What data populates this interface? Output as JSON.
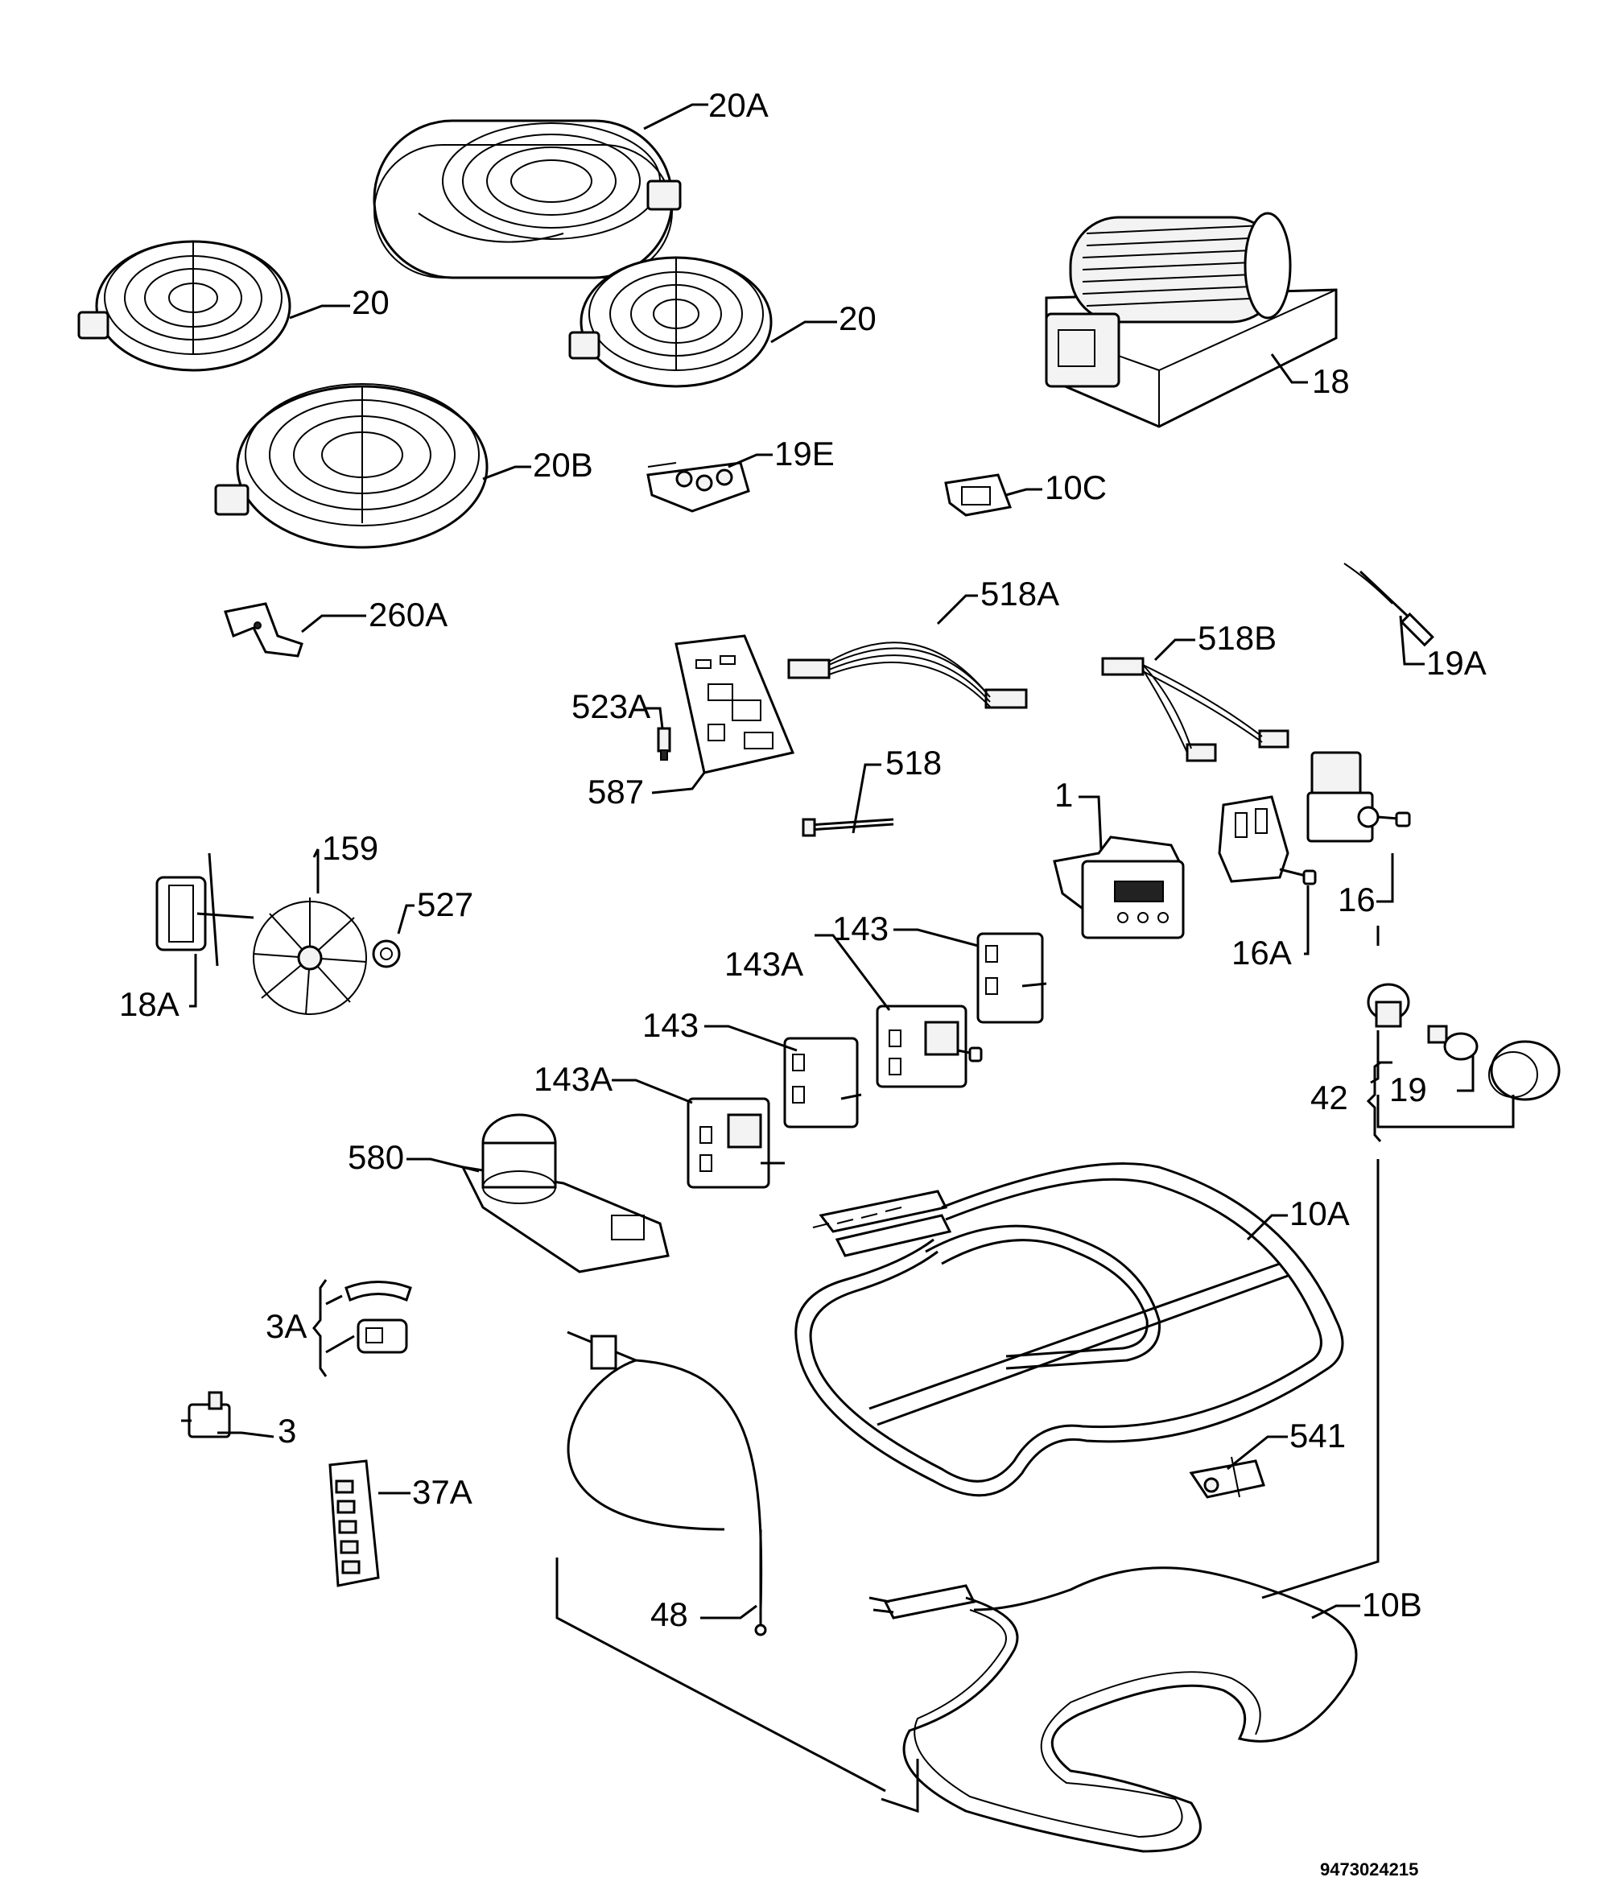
{
  "labels": {
    "p20A": "20A",
    "p20_left": "20",
    "p20_right": "20",
    "p18": "18",
    "p20B": "20B",
    "p19E": "19E",
    "p10C": "10C",
    "p260A": "260A",
    "p518A": "518A",
    "p518B": "518B",
    "p19A": "19A",
    "p523A": "523A",
    "p518": "518",
    "p587": "587",
    "p1": "1",
    "p159": "159",
    "p527": "527",
    "p18A": "18A",
    "p143_upper": "143",
    "p143A_upper": "143A",
    "p16": "16",
    "p16A": "16A",
    "p143_lower": "143",
    "p143A_lower": "143A",
    "p42": "42",
    "p19": "19",
    "p580": "580",
    "p10A": "10A",
    "p3A": "3A",
    "p3": "3",
    "p541": "541",
    "p37A": "37A",
    "p48": "48",
    "p10B": "10B"
  },
  "reference_number": "9473024215"
}
